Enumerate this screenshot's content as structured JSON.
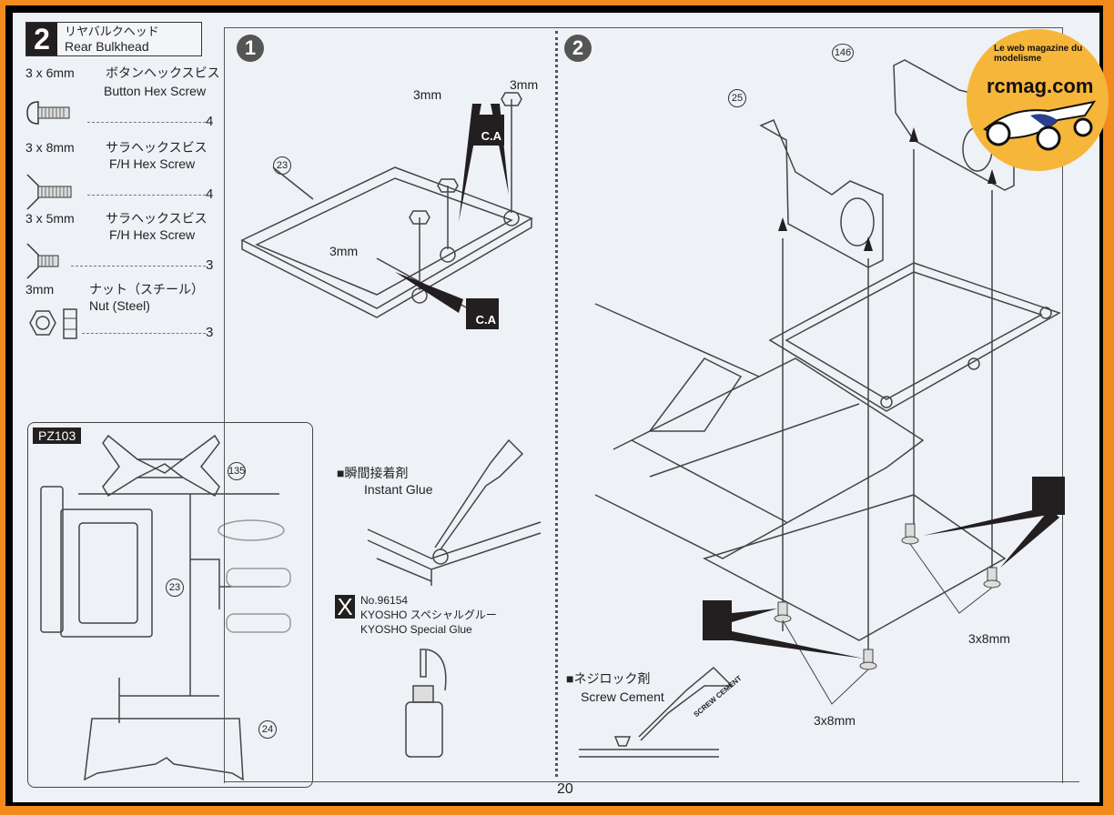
{
  "step": {
    "number": "2",
    "title_jp": "リヤバルクヘッド",
    "title_en": "Rear Bulkhead"
  },
  "parts": [
    {
      "size": "3 x 6mm",
      "name_jp": "ボタンヘックスビス",
      "name_en": "Button Hex Screw",
      "qty": "4",
      "icon": "button-hex-screw-icon"
    },
    {
      "size": "3 x 8mm",
      "name_jp": "サラヘックスビス",
      "name_en": "F/H Hex Screw",
      "qty": "4",
      "icon": "flat-head-screw-icon"
    },
    {
      "size": "3 x 5mm",
      "name_jp": "サラヘックスビス",
      "name_en": "F/H Hex Screw",
      "qty": "3",
      "icon": "flat-head-screw-icon"
    },
    {
      "size": "3mm",
      "name_jp": "ナット（スチール）",
      "name_en": "Nut (Steel)",
      "qty": "3",
      "icon": "hex-nut-icon"
    }
  ],
  "parts_tree": {
    "label": "PZ103",
    "callouts": [
      "135",
      "23",
      "24"
    ]
  },
  "substep1": {
    "number": "1",
    "part_callout": "23",
    "nut_labels": [
      "3mm",
      "3mm",
      "3mm"
    ],
    "ca_label": "C.A",
    "glue_note": {
      "jp": "■瞬間接着剤",
      "en": "Instant Glue"
    },
    "special_glue": {
      "mark": "X",
      "part_no": "No.96154",
      "jp": "KYOSHO スペシャルグルー",
      "en": "KYOSHO Special Glue"
    }
  },
  "substep2": {
    "number": "2",
    "part_callouts": [
      "25",
      "146"
    ],
    "screw_labels": [
      "3x8mm",
      "3x8mm"
    ],
    "cement_note": {
      "jp": "■ネジロック剤",
      "en": "Screw Cement"
    },
    "cement_bottle_text": "SCREW CEMENT"
  },
  "page_number": "20",
  "watermark": {
    "brand": "rcmag.com",
    "tagline": "Le web magazine du modelisme"
  },
  "colors": {
    "outer_border": "#f38a1e",
    "frame": "#000000",
    "paper": "#eef1f6",
    "ink": "#231f20"
  }
}
